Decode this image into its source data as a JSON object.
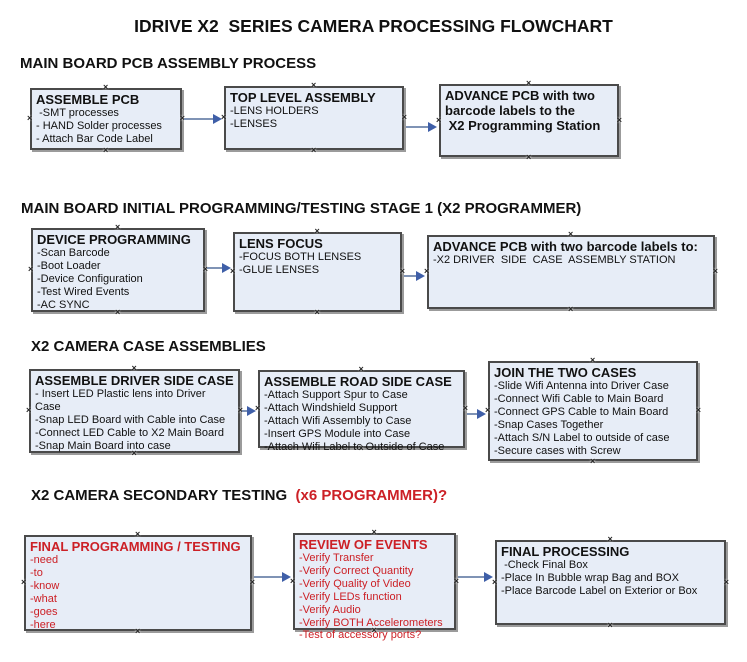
{
  "icons": {
    "connection_mark": "×"
  },
  "colors": {
    "box_fill": "#e7edf7",
    "box_border": "#4a4a4a",
    "box_shadow": "#9b9b9b",
    "arrow_line": "#7f93b5",
    "arrow_head": "#3f5fa8",
    "red_text": "#cc2026",
    "black_text": "#111111"
  },
  "page": {
    "title": "IDRIVE X2  SERIES CAMERA PROCESSING FLOWCHART"
  },
  "sections": [
    {
      "heading": "MAIN BOARD PCB ASSEMBLY PROCESS",
      "boxes": [
        {
          "title": "ASSEMBLE PCB",
          "lines": [
            " -SMT processes",
            "- HAND Solder processes",
            "- Attach Bar Code Label"
          ]
        },
        {
          "title": "TOP LEVEL ASSEMBLY",
          "lines": [
            "-LENS HOLDERS",
            "-LENSES"
          ]
        },
        {
          "title": [
            "ADVANCE PCB with two",
            "barcode labels to the",
            " X2 Programming Station"
          ],
          "lines": []
        }
      ]
    },
    {
      "heading": "MAIN BOARD INITIAL PROGRAMMING/TESTING STAGE 1 (X2 PROGRAMMER)",
      "boxes": [
        {
          "title": "DEVICE PROGRAMMING",
          "lines": [
            "-Scan Barcode",
            "-Boot Loader",
            "-Device Configuration",
            "-Test Wired Events",
            "-AC SYNC"
          ]
        },
        {
          "title": "LENS FOCUS",
          "lines": [
            "-FOCUS BOTH LENSES",
            "-GLUE LENSES"
          ]
        },
        {
          "title": "ADVANCE PCB with two barcode labels to:",
          "lines": [
            "-X2 DRIVER  SIDE  CASE  ASSEMBLY STATION"
          ]
        }
      ]
    },
    {
      "heading": "X2 CAMERA CASE ASSEMBLIES",
      "boxes": [
        {
          "title": "ASSEMBLE DRIVER SIDE CASE",
          "lines": [
            "- Insert LED Plastic lens into Driver Case",
            "-Snap LED Board with Cable into Case",
            "-Connect LED Cable to X2 Main Board",
            "-Snap Main Board into case"
          ]
        },
        {
          "title": "ASSEMBLE ROAD SIDE CASE",
          "lines": [
            "-Attach Support Spur to Case",
            "-Attach Windshield Support",
            "-Attach Wifi Assembly to Case",
            "-Insert GPS Module into Case",
            "-Attach Wifi Label to Outside of Case"
          ]
        },
        {
          "title": "JOIN THE TWO CASES",
          "lines": [
            "-Slide Wifi Antenna into Driver Case",
            "-Connect Wifi Cable to Main Board",
            "-Connect GPS Cable to Main Board",
            "-Snap Cases Together",
            "-Attach S/N Label to outside of case",
            "-Secure cases with Screw"
          ]
        }
      ]
    },
    {
      "heading": "X2 CAMERA SECONDARY TESTING ",
      "heading_suffix": " (x6 PROGRAMMER)?",
      "boxes": [
        {
          "title": "FINAL PROGRAMMING / TESTING",
          "lines": [
            "-need",
            "-to",
            "-know",
            "-what",
            "-goes",
            "-here"
          ]
        },
        {
          "title": "REVIEW OF EVENTS",
          "lines": [
            "-Verify Transfer",
            "-Verify Correct Quantity",
            "-Verify Quality of Video",
            "-Verify LEDs function",
            "-Verify Audio",
            "-Verify BOTH Accelerometers",
            "-Test of accessory ports?"
          ]
        },
        {
          "title": "FINAL PROCESSING",
          "lines": [
            " -Check Final Box",
            "-Place In Bubble wrap Bag and BOX",
            "-Place Barcode Label on Exterior or Box"
          ]
        }
      ]
    }
  ]
}
